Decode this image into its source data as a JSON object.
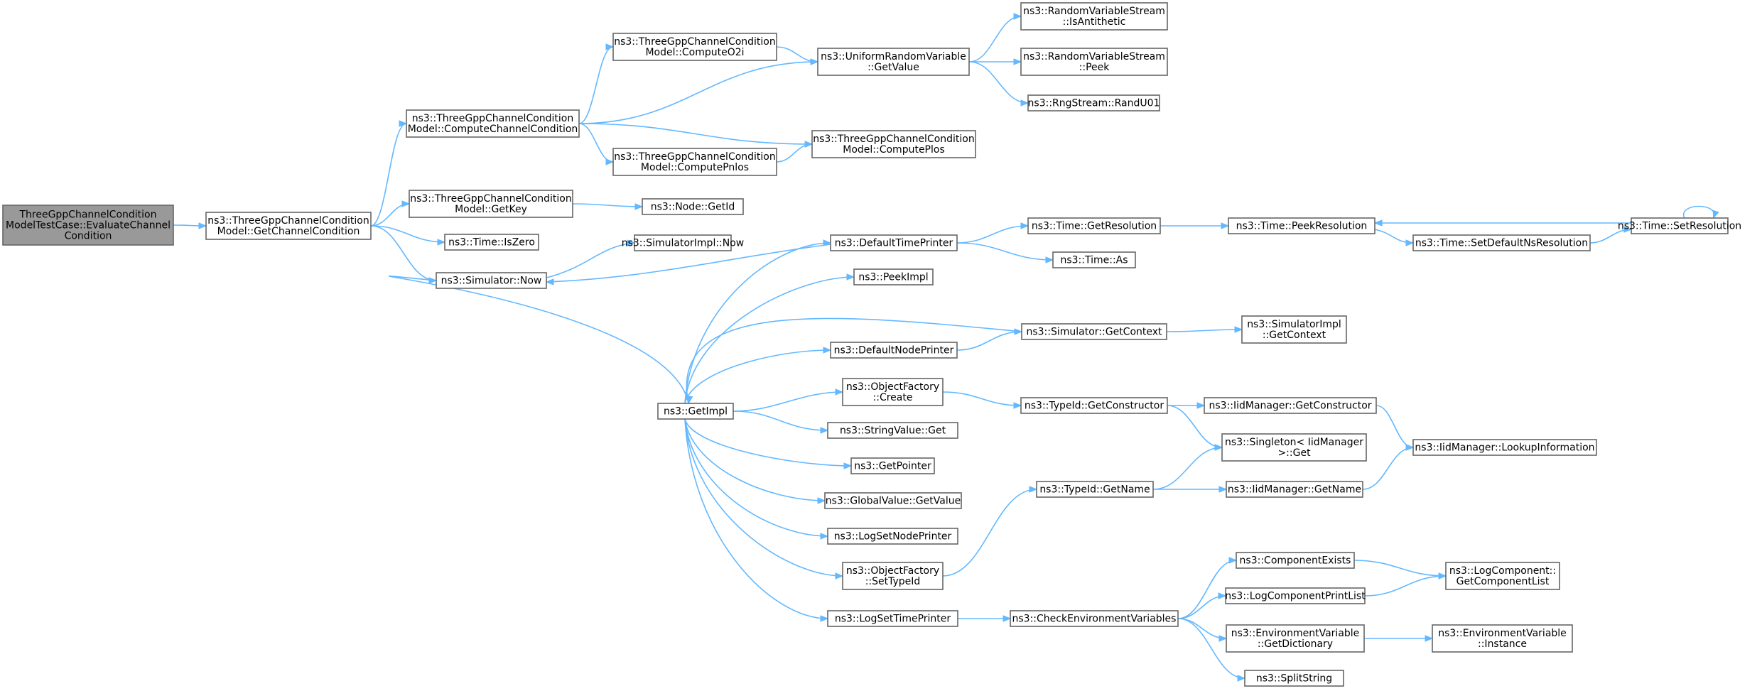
{
  "diagram": {
    "nodes": [
      {
        "id": "root",
        "lines": [
          "ThreeGppChannelCondition",
          "ModelTestCase::EvaluateChannel",
          "Condition"
        ],
        "root": true
      },
      {
        "id": "getchan",
        "lines": [
          "ns3::ThreeGppChannelCondition",
          "Model::GetChannelCondition"
        ]
      },
      {
        "id": "computechan",
        "lines": [
          "ns3::ThreeGppChannelCondition",
          "Model::ComputeChannelCondition"
        ]
      },
      {
        "id": "getkey",
        "lines": [
          "ns3::ThreeGppChannelCondition",
          "Model::GetKey"
        ]
      },
      {
        "id": "iszero",
        "lines": [
          "ns3::Time::IsZero"
        ]
      },
      {
        "id": "simnow",
        "lines": [
          "ns3::Simulator::Now"
        ]
      },
      {
        "id": "o2i",
        "lines": [
          "ns3::ThreeGppChannelCondition",
          "Model::ComputeO2i"
        ]
      },
      {
        "id": "pnlos",
        "lines": [
          "ns3::ThreeGppChannelCondition",
          "Model::ComputePnlos"
        ]
      },
      {
        "id": "getvalue",
        "lines": [
          "ns3::UniformRandomVariable",
          "::GetValue"
        ]
      },
      {
        "id": "plos",
        "lines": [
          "ns3::ThreeGppChannelCondition",
          "Model::ComputePlos"
        ]
      },
      {
        "id": "nodegetid",
        "lines": [
          "ns3::Node::GetId"
        ]
      },
      {
        "id": "isanti",
        "lines": [
          "ns3::RandomVariableStream",
          "::IsAntithetic"
        ]
      },
      {
        "id": "peek",
        "lines": [
          "ns3::RandomVariableStream",
          "::Peek"
        ]
      },
      {
        "id": "randu01",
        "lines": [
          "ns3::RngStream::RandU01"
        ]
      },
      {
        "id": "implnow",
        "lines": [
          "ns3::SimulatorImpl::Now"
        ]
      },
      {
        "id": "getimpl",
        "lines": [
          "ns3::GetImpl"
        ]
      },
      {
        "id": "deftime",
        "lines": [
          "ns3::DefaultTimePrinter"
        ]
      },
      {
        "id": "peekimpl",
        "lines": [
          "ns3::PeekImpl"
        ]
      },
      {
        "id": "defnode",
        "lines": [
          "ns3::DefaultNodePrinter"
        ]
      },
      {
        "id": "ofcreate",
        "lines": [
          "ns3::ObjectFactory",
          "::Create"
        ]
      },
      {
        "id": "strget",
        "lines": [
          "ns3::StringValue::Get"
        ]
      },
      {
        "id": "getptr",
        "lines": [
          "ns3::GetPointer"
        ]
      },
      {
        "id": "gvget",
        "lines": [
          "ns3::GlobalValue::GetValue"
        ]
      },
      {
        "id": "lognode",
        "lines": [
          "ns3::LogSetNodePrinter"
        ]
      },
      {
        "id": "ofsettid",
        "lines": [
          "ns3::ObjectFactory",
          "::SetTypeId"
        ]
      },
      {
        "id": "logtime",
        "lines": [
          "ns3::LogSetTimePrinter"
        ]
      },
      {
        "id": "getres",
        "lines": [
          "ns3::Time::GetResolution"
        ]
      },
      {
        "id": "timeas",
        "lines": [
          "ns3::Time::As"
        ]
      },
      {
        "id": "getctx",
        "lines": [
          "ns3::Simulator::GetContext"
        ]
      },
      {
        "id": "tidgetc",
        "lines": [
          "ns3::TypeId::GetConstructor"
        ]
      },
      {
        "id": "tidgetn",
        "lines": [
          "ns3::TypeId::GetName"
        ]
      },
      {
        "id": "checkenv",
        "lines": [
          "ns3::CheckEnvironmentVariables"
        ]
      },
      {
        "id": "peekres",
        "lines": [
          "ns3::Time::PeekResolution"
        ]
      },
      {
        "id": "setdefns",
        "lines": [
          "ns3::Time::SetDefaultNsResolution"
        ]
      },
      {
        "id": "setres",
        "lines": [
          "ns3::Time::SetResolution"
        ]
      },
      {
        "id": "implctx",
        "lines": [
          "ns3::SimulatorImpl",
          "::GetContext"
        ]
      },
      {
        "id": "iidgetc",
        "lines": [
          "ns3::IidManager::GetConstructor"
        ]
      },
      {
        "id": "singleton",
        "lines": [
          "ns3::Singleton< IidManager",
          " >::Get"
        ]
      },
      {
        "id": "iidgetn",
        "lines": [
          "ns3::IidManager::GetName"
        ]
      },
      {
        "id": "lookup",
        "lines": [
          "ns3::IidManager::LookupInformation"
        ]
      },
      {
        "id": "compexists",
        "lines": [
          "ns3::ComponentExists"
        ]
      },
      {
        "id": "printlist",
        "lines": [
          "ns3::LogComponentPrintList"
        ]
      },
      {
        "id": "envdict",
        "lines": [
          "ns3::EnvironmentVariable",
          "::GetDictionary"
        ]
      },
      {
        "id": "splitstr",
        "lines": [
          "ns3::SplitString"
        ]
      },
      {
        "id": "complist",
        "lines": [
          "ns3::LogComponent::",
          "GetComponentList"
        ]
      },
      {
        "id": "envinst",
        "lines": [
          "ns3::EnvironmentVariable",
          "::Instance"
        ]
      }
    ],
    "edges": [
      [
        "root",
        "getchan"
      ],
      [
        "getchan",
        "computechan"
      ],
      [
        "getchan",
        "getkey"
      ],
      [
        "getchan",
        "iszero"
      ],
      [
        "getchan",
        "simnow"
      ],
      [
        "computechan",
        "o2i"
      ],
      [
        "computechan",
        "getvalue"
      ],
      [
        "computechan",
        "plos"
      ],
      [
        "computechan",
        "pnlos"
      ],
      [
        "o2i",
        "getvalue"
      ],
      [
        "pnlos",
        "plos"
      ],
      [
        "getvalue",
        "isanti"
      ],
      [
        "getvalue",
        "peek"
      ],
      [
        "getvalue",
        "randu01"
      ],
      [
        "getkey",
        "nodegetid"
      ],
      [
        "simnow",
        "implnow"
      ],
      [
        "simnow",
        "getimpl"
      ],
      [
        "getimpl",
        "deftime"
      ],
      [
        "deftime",
        "simnow"
      ],
      [
        "deftime",
        "getres"
      ],
      [
        "deftime",
        "timeas"
      ],
      [
        "getres",
        "peekres"
      ],
      [
        "peekres",
        "setdefns"
      ],
      [
        "setdefns",
        "setres"
      ],
      [
        "setres",
        "peekres"
      ],
      [
        "setres",
        "setres"
      ],
      [
        "getimpl",
        "peekimpl"
      ],
      [
        "getctx",
        "getimpl"
      ],
      [
        "getctx",
        "implctx"
      ],
      [
        "getimpl",
        "defnode"
      ],
      [
        "defnode",
        "getctx"
      ],
      [
        "getimpl",
        "ofcreate"
      ],
      [
        "ofcreate",
        "tidgetc"
      ],
      [
        "tidgetc",
        "iidgetc"
      ],
      [
        "tidgetc",
        "singleton"
      ],
      [
        "iidgetc",
        "lookup"
      ],
      [
        "getimpl",
        "strget"
      ],
      [
        "getimpl",
        "getptr"
      ],
      [
        "getimpl",
        "gvget"
      ],
      [
        "getimpl",
        "lognode"
      ],
      [
        "getimpl",
        "ofsettid"
      ],
      [
        "ofsettid",
        "tidgetn"
      ],
      [
        "tidgetn",
        "singleton"
      ],
      [
        "tidgetn",
        "iidgetn"
      ],
      [
        "iidgetn",
        "lookup"
      ],
      [
        "getimpl",
        "logtime"
      ],
      [
        "logtime",
        "checkenv"
      ],
      [
        "checkenv",
        "compexists"
      ],
      [
        "checkenv",
        "printlist"
      ],
      [
        "checkenv",
        "envdict"
      ],
      [
        "checkenv",
        "splitstr"
      ],
      [
        "compexists",
        "complist"
      ],
      [
        "printlist",
        "complist"
      ],
      [
        "envdict",
        "envinst"
      ]
    ]
  }
}
